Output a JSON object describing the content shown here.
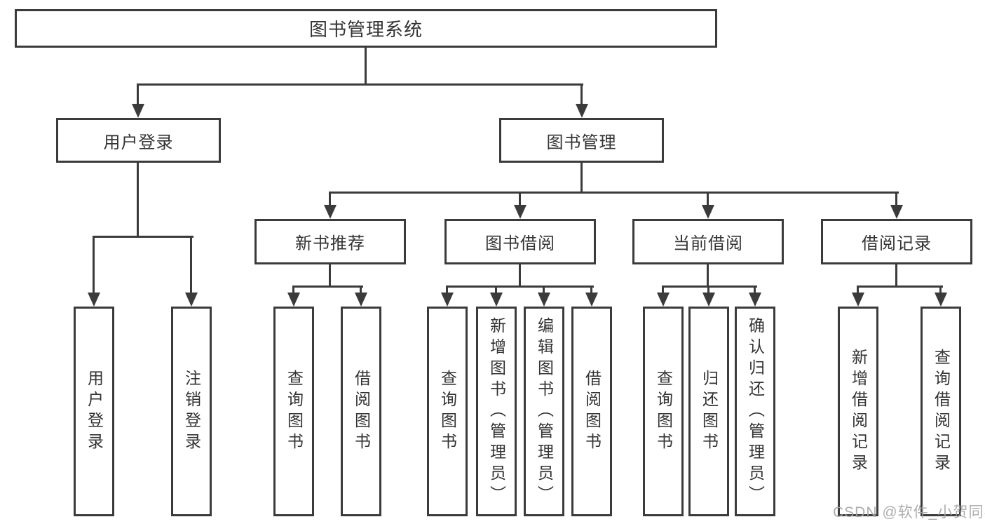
{
  "title": "图书管理系统",
  "nodes": {
    "user_login": "用户登录",
    "book_mgmt": "图书管理",
    "new_books": "新书推荐",
    "book_borrow": "图书借阅",
    "current_borrow": "当前借阅",
    "borrow_records": "借阅记录"
  },
  "leaves": {
    "user_login": [
      "用户登录",
      "注销登录"
    ],
    "new_books": [
      "查询图书",
      "借阅图书"
    ],
    "book_borrow": [
      "查询图书",
      "新增图书（管理员）",
      "编辑图书（管理员）",
      "借阅图书"
    ],
    "current_borrow": [
      "查询图书",
      "归还图书",
      "确认归还（管理员）"
    ],
    "borrow_records": [
      "新增借阅记录",
      "查询借阅记录"
    ]
  },
  "watermark": "CSDN @软件_小贺同学",
  "colors": {
    "line": "#3b3b3b",
    "text": "#333333",
    "watermark": "#a5a5a5",
    "background": "#ffffff"
  }
}
